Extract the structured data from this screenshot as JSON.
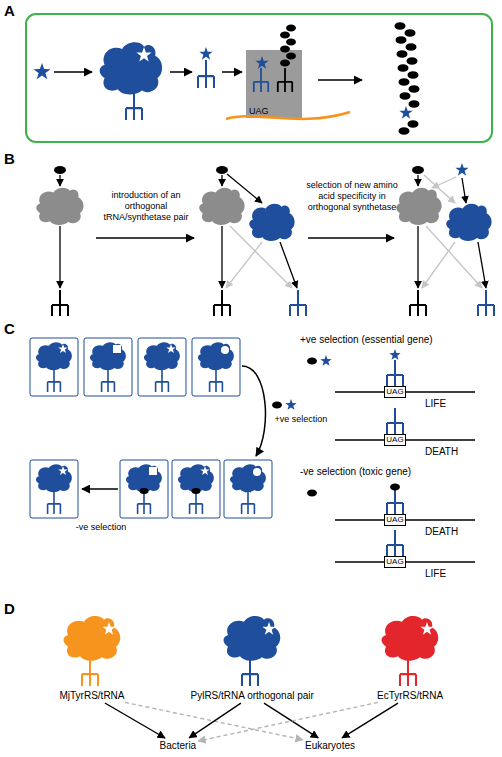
{
  "diagram": {
    "nodes": [
      {
        "text": [
          "UAG"
        ]
      },
      {
        "text": [
          "UAG"
        ]
      },
      {
        "text": [
          "UAG"
        ]
      },
      {
        "text": [
          "UAG"
        ]
      },
      {
        "text": [
          "UAG"
        ]
      },
      {
        "text": [
          "MjTyrRS/tRNA"
        ]
      },
      {
        "text": [
          "PylRS/tRNA orthogonal pair"
        ]
      },
      {
        "text": [
          "EcTyrRS/tRNA"
        ]
      },
      {
        "text": [
          "Bacteria"
        ]
      },
      {
        "text": [
          "Eukaryotes"
        ]
      }
    ],
    "edges": [
      {
        "from": 5,
        "to": 8,
        "arrow": "to"
      },
      {
        "from": 5,
        "to": 9,
        "arrow": "to"
      },
      {
        "from": 6,
        "to": 8,
        "arrow": "to"
      },
      {
        "from": 6,
        "to": 9,
        "arrow": "to"
      },
      {
        "from": 7,
        "to": 8,
        "arrow": "to"
      },
      {
        "from": 7,
        "to": 9,
        "arrow": "to"
      }
    ],
    "labels": [
      "A",
      "B",
      "introduction of an orthogonal tRNA/synthetase pair",
      "selection of new amino acid specificity in orthogonal synthetase",
      "C",
      "+ve selection (essential gene)",
      "LIFE",
      "+ve selection",
      "DEATH",
      "-ve selection (toxic gene)",
      "-ve selection",
      "DEATH",
      "LIFE",
      "D"
    ]
  }
}
